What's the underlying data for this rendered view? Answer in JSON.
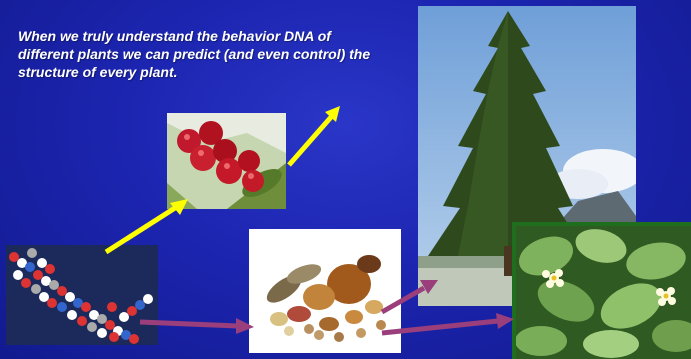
{
  "caption": "When we truly understand the behavior DNA of different plants we can predict (and even control) the structure of every plant.",
  "images": [
    {
      "icon": "dna-helix-image"
    },
    {
      "icon": "coffee-berries-image"
    },
    {
      "icon": "seeds-nuts-image"
    },
    {
      "icon": "pine-tree-image"
    },
    {
      "icon": "leafy-flowering-plant-image"
    }
  ],
  "colors": {
    "background": "#1c25b0",
    "arrow_yellow": "#ffff00",
    "arrow_purple": "#9a3f7c",
    "caption_text": "#ffffff"
  }
}
